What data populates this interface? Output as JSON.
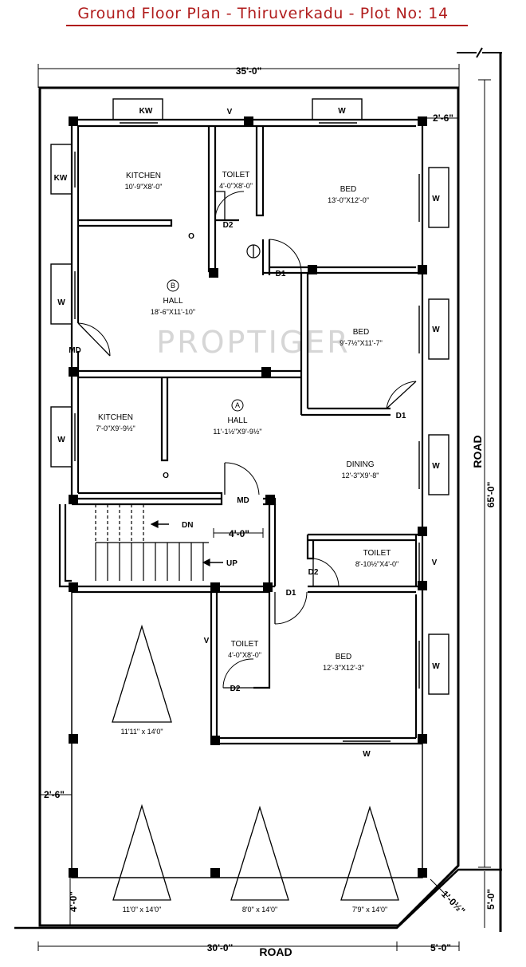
{
  "title": "Ground Floor Plan - Thiruverkadu - Plot No: 14",
  "watermark": "PROPTIGER",
  "dimensions": {
    "top_width": "35'-0\"",
    "right_setback": "2'-6\"",
    "depth": "65'-0\"",
    "left_setback": "2'-6\"",
    "front_setback": "4'-0\"",
    "bottom_width": "30'-0\"",
    "corner_side": "5'-0\"",
    "corner_bottom": "5'-0\"",
    "corner_chamfer": "1'-0½\"",
    "stair_width": "4'-0\""
  },
  "roads": {
    "east": "ROAD",
    "south": "ROAD"
  },
  "rooms": {
    "kitchen_b": {
      "name": "KITCHEN",
      "size": "10'-9\"X8'-0\""
    },
    "toilet_top": {
      "name": "TOILET",
      "size": "4'-0\"X8'-0\""
    },
    "bed_top": {
      "name": "BED",
      "size": "13'-0\"X12'-0\""
    },
    "hall_b": {
      "marker": "B",
      "name": "HALL",
      "size": "18'-6\"X11'-10\""
    },
    "bed_mid": {
      "name": "BED",
      "size": "9'-7½\"X11'-7\""
    },
    "kitchen_a": {
      "name": "KITCHEN",
      "size": "7'-0\"X9'-9½\""
    },
    "hall_a": {
      "marker": "A",
      "name": "HALL",
      "size": "11'-1½\"X9'-9½\""
    },
    "dining": {
      "name": "DINING",
      "size": "12'-3\"X9'-8\""
    },
    "toilet_right": {
      "name": "TOILET",
      "size": "8'-10½\"X4'-0\""
    },
    "toilet_low": {
      "name": "TOILET",
      "size": "4'-0\"X8'-0\""
    },
    "bed_low": {
      "name": "BED",
      "size": "12'-3\"X12'-3\""
    }
  },
  "openings": {
    "kw": "KW",
    "w": "W",
    "v": "V",
    "md": "MD",
    "d1": "D1",
    "d2": "D2",
    "o": "O"
  },
  "stairs": {
    "down": "DN",
    "up": "UP"
  },
  "parking": {
    "bay_left_top": "11'11\" x 14'0\"",
    "bay_1": "11'0\" x 14'0\"",
    "bay_2": "8'0\" x 14'0\"",
    "bay_3": "7'9\" x 14'0\""
  }
}
